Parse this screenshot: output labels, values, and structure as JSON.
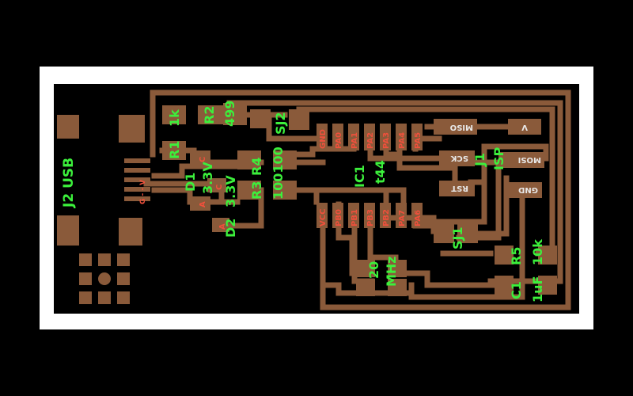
{
  "colors": {
    "background": "#000000",
    "frame": "#ffffff",
    "board": "#000000",
    "copper": "#8a5a3a",
    "silkscreen_label": "#3cf03c",
    "pin_label": "#f0503c",
    "pad_label": "#e8e8e8"
  },
  "labels": {
    "r1": "R1",
    "r1_value": "1k",
    "r2": "R2",
    "r2_value": "499",
    "sj2": "SJ2",
    "d1": "D1",
    "d1_value": "3.3V",
    "d2": "D2",
    "d2_value": "3.3V",
    "r3": "R3",
    "r4": "R4",
    "r34_value": "100100",
    "ic1": "IC1",
    "ic1_value": "t44",
    "j1": "J1",
    "isp": "ISP",
    "j2_usb": "J2 USB",
    "sj1": "SJ1",
    "r5": "R5",
    "r5_value": "10k",
    "c1": "C1",
    "c1_value": "1uF",
    "crystal_value": "20",
    "crystal_unit": "MHz",
    "diode_a": "A",
    "diode_c": "C",
    "usb_pins": "G - - V"
  },
  "ic_pins_top": [
    "GND",
    "PA0",
    "PA1",
    "PA2",
    "PA3",
    "PA4",
    "PA5"
  ],
  "ic_pins_bottom": [
    "VCC",
    "PB0",
    "PB1",
    "PB3",
    "PB2",
    "PA7",
    "PA6"
  ],
  "isp_pins": {
    "miso": "MISO",
    "v": "V",
    "sck": "SCK",
    "mosi": "MOSI",
    "rst": "RST",
    "gnd": "GND"
  }
}
